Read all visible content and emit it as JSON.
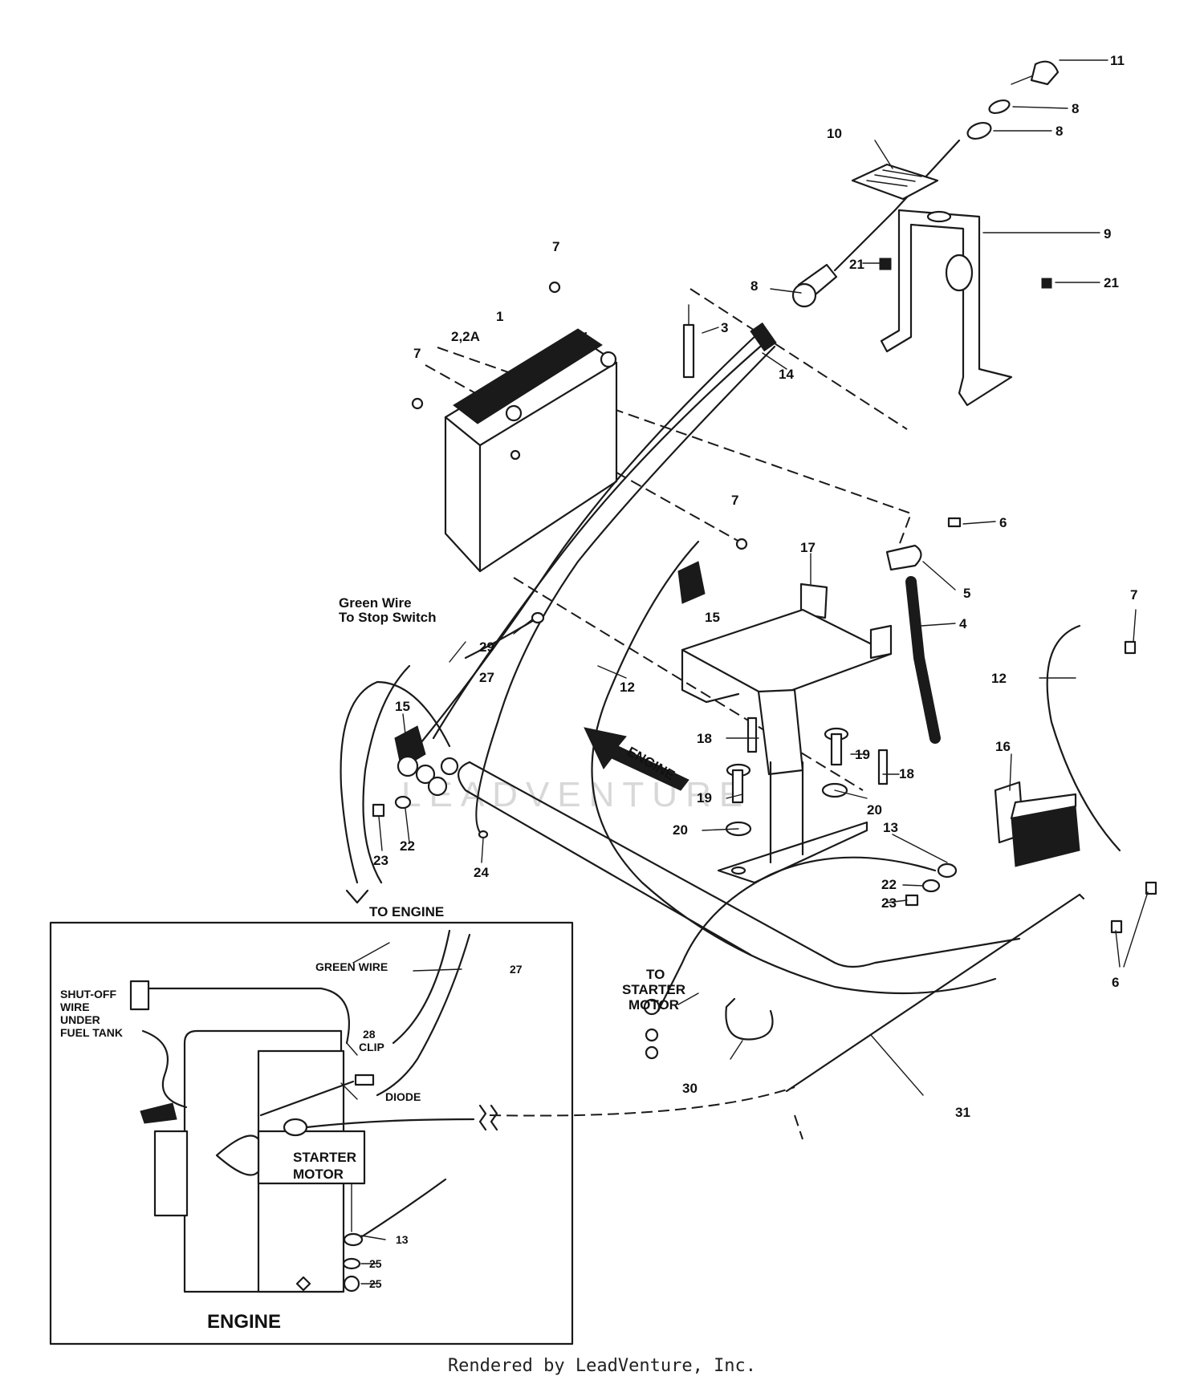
{
  "callouts": {
    "c1": "1",
    "c2": "2,2A",
    "c3": "3",
    "c4": "4",
    "c5": "5",
    "c6a": "6",
    "c6b": "6",
    "c7a": "7",
    "c7b": "7",
    "c7c": "7",
    "c7d": "7",
    "c8a": "8",
    "c8b": "8",
    "c8c": "8",
    "c9": "9",
    "c10": "10",
    "c11": "11",
    "c12a": "12",
    "c12b": "12",
    "c13a": "13",
    "c13b": "13",
    "c14": "14",
    "c15a": "15",
    "c15b": "15",
    "c16": "16",
    "c17": "17",
    "c18a": "18",
    "c18b": "18",
    "c19a": "19",
    "c19b": "19",
    "c20a": "20",
    "c20b": "20",
    "c21a": "21",
    "c21b": "21",
    "c22a": "22",
    "c22b": "22",
    "c23a": "23",
    "c23b": "23",
    "c24": "24",
    "c25a": "25",
    "c25b": "25",
    "c27a": "27",
    "c27b": "27",
    "c28": "28",
    "c29": "29",
    "c30": "30",
    "c31": "31"
  },
  "labels": {
    "green_wire_line1": "Green Wire",
    "green_wire_line2": "To Stop Switch",
    "to_engine": "TO ENGINE",
    "to_starter_1": "TO",
    "to_starter_2": "STARTER",
    "to_starter_3": "MOTOR",
    "engine_arrow": "ENGINE",
    "inset_green_wire": "GREEN WIRE",
    "shutoff_1": "SHUT-OFF",
    "shutoff_2": "WIRE",
    "shutoff_3": "UNDER",
    "shutoff_4": "FUEL TANK",
    "clip": "CLIP",
    "diode": "DIODE",
    "starter_1": "STARTER",
    "starter_2": "MOTOR",
    "engine_title": "ENGINE"
  },
  "watermark": "LEADVENTURE",
  "footer": "Rendered by LeadVenture, Inc."
}
